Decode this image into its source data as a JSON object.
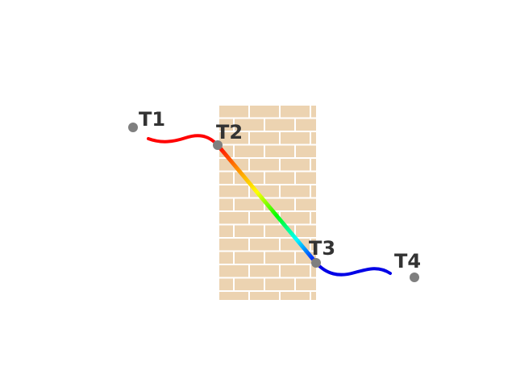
{
  "diagram": {
    "wall_color": "#ecd3b1",
    "mortar_color": "#ffffff",
    "point_color": "#7f7f7f",
    "label_color": "#333333",
    "incident_wave_color": "#ff0000",
    "transmitted_wave_color": "#0000e6",
    "gradient_colors": [
      "#ff0000",
      "#ff8c00",
      "#ffff00",
      "#00ff00",
      "#00ffff",
      "#0000ff"
    ],
    "points": [
      {
        "label": "T1"
      },
      {
        "label": "T2"
      },
      {
        "label": "T3"
      },
      {
        "label": "T4"
      }
    ]
  }
}
